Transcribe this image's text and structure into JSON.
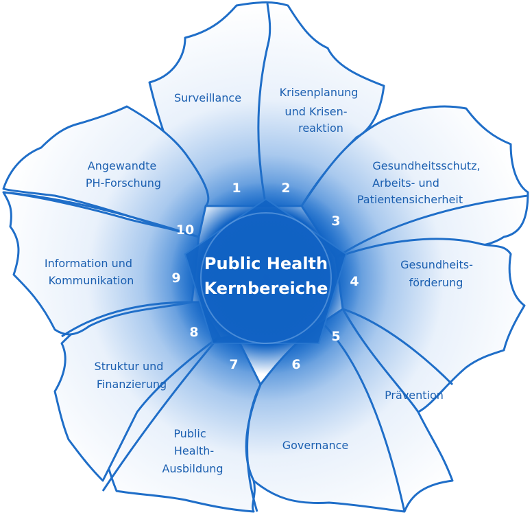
{
  "diagram": {
    "center_lines": [
      "Public Health",
      "Kernbereiche"
    ],
    "areas": [
      {
        "num": "1",
        "lines": [
          "Surveillance"
        ]
      },
      {
        "num": "2",
        "lines": [
          "Krisenplanung",
          "und Krisen-",
          "reaktion"
        ]
      },
      {
        "num": "3",
        "lines": [
          "Gesundheitsschutz,",
          "Arbeits- und",
          "Patientensicherheit"
        ]
      },
      {
        "num": "4",
        "lines": [
          "Gesundheits-",
          "förderung"
        ]
      },
      {
        "num": "5",
        "lines": [
          "Prävention"
        ]
      },
      {
        "num": "6",
        "lines": [
          "Governance"
        ]
      },
      {
        "num": "7",
        "lines": [
          "Public",
          "Health-",
          "Ausbildung"
        ]
      },
      {
        "num": "8",
        "lines": [
          "Struktur und",
          "Finanzierung"
        ]
      },
      {
        "num": "9",
        "lines": [
          "Information und",
          "Kommunikation"
        ]
      },
      {
        "num": "10",
        "lines": [
          "Angewandte",
          "PH-Forschung"
        ]
      }
    ],
    "colors": {
      "outline": "#1f6ec8",
      "core": "#1163c4",
      "petal_light": "#ffffff",
      "label": "#1b5fb0"
    }
  }
}
